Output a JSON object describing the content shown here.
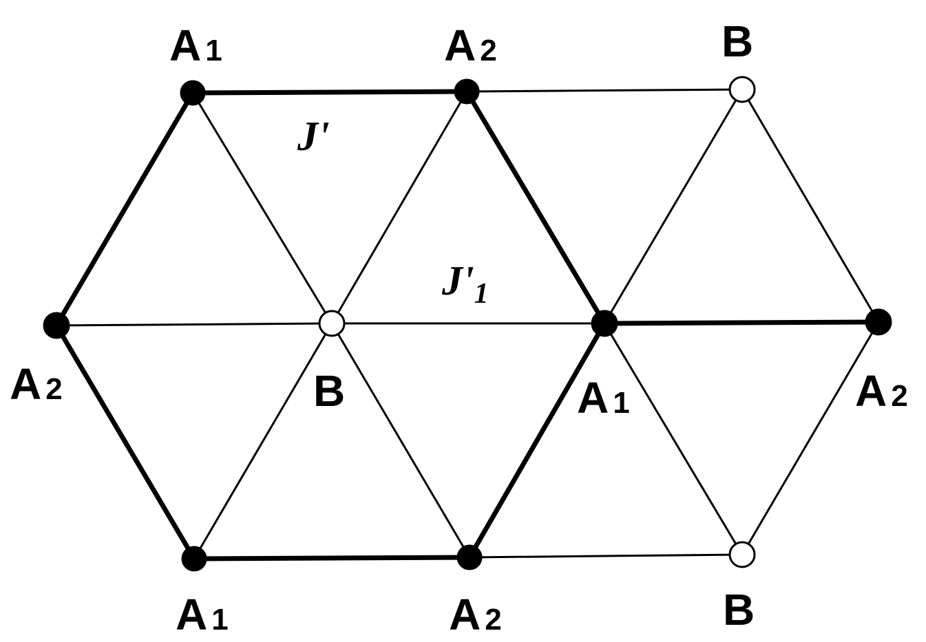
{
  "diagram": {
    "node_labels": {
      "top_left": {
        "base": "A",
        "sub": "1"
      },
      "top_mid": {
        "base": "A",
        "sub": "2"
      },
      "top_right": {
        "base": "B",
        "sub": ""
      },
      "mid_left": {
        "base": "A",
        "sub": "2"
      },
      "mid_center_left": {
        "base": "B",
        "sub": ""
      },
      "mid_center_right": {
        "base": "A",
        "sub": "1"
      },
      "mid_right": {
        "base": "A",
        "sub": "2"
      },
      "bot_left": {
        "base": "A",
        "sub": "1"
      },
      "bot_mid": {
        "base": "A",
        "sub": "2"
      },
      "bot_right": {
        "base": "B",
        "sub": ""
      }
    },
    "couplings": {
      "j_prime": {
        "base": "J'",
        "sub": ""
      },
      "j_prime_1": {
        "base": "J'",
        "sub": "1"
      }
    }
  }
}
